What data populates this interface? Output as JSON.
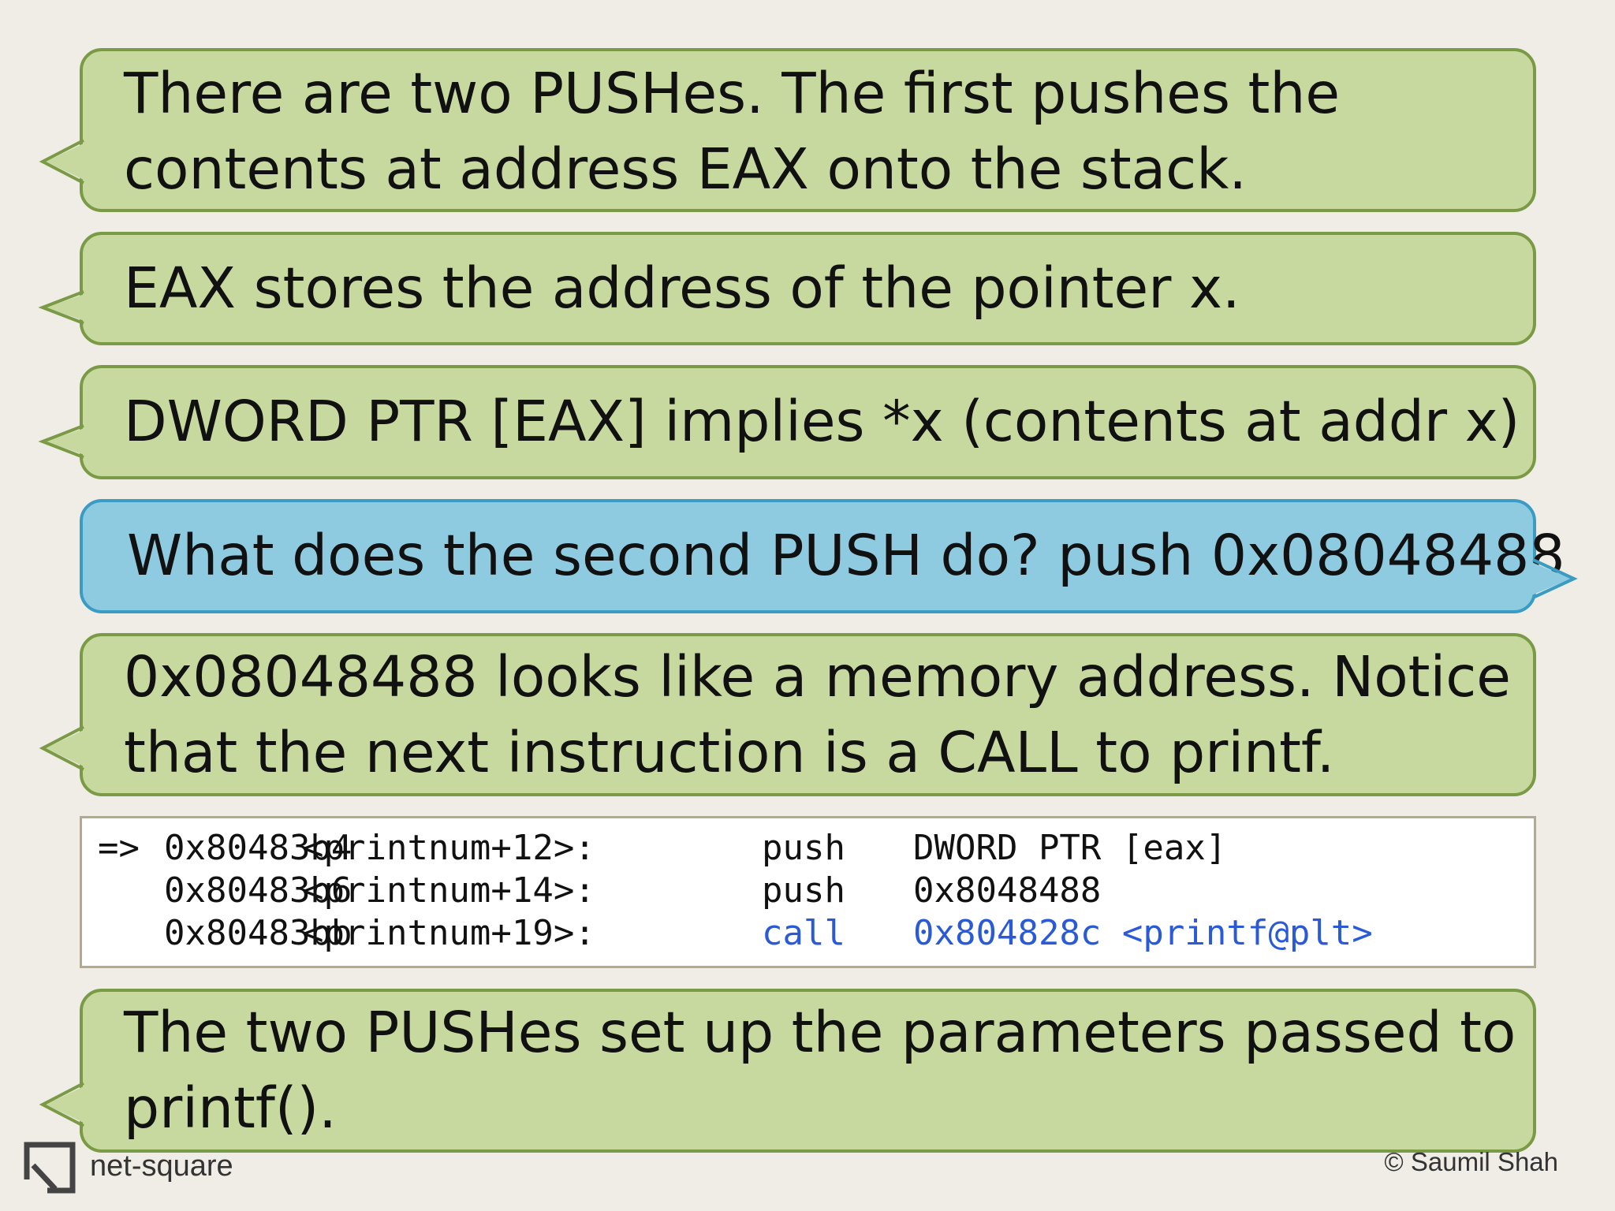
{
  "bubbles": {
    "b1": {
      "lines": [
        "There are two PUSHes. The first pushes the",
        "contents at address EAX onto the stack."
      ]
    },
    "b2": {
      "lines": [
        "EAX stores the address of the pointer x."
      ]
    },
    "b3": {
      "lines": [
        "DWORD PTR [EAX] implies *x (contents at addr x)"
      ]
    },
    "b4": {
      "lines": [
        "What does the second PUSH do? push 0x08048488"
      ]
    },
    "b5": {
      "lines": [
        "0x08048488 looks like a memory address. Notice",
        "that the next instruction is a CALL to printf."
      ]
    },
    "b6": {
      "lines": [
        "The two PUSHes set up the parameters passed to",
        "printf()."
      ]
    }
  },
  "code": {
    "rows": [
      {
        "marker": "=>",
        "address": "0x80483b4",
        "symbol": "<printnum+12>:",
        "op": "push",
        "arg": "DWORD PTR [eax]"
      },
      {
        "marker": "",
        "address": "0x80483b6",
        "symbol": "<printnum+14>:",
        "op": "push",
        "arg": "0x8048488"
      },
      {
        "marker": "",
        "address": "0x80483bb",
        "symbol": "<printnum+19>:",
        "op": "call",
        "arg": "0x804828c <printf@plt>"
      }
    ],
    "highlight_color": "#2a5ad6"
  },
  "footer": {
    "brand": "net-square",
    "credit": "© Saumil Shah"
  },
  "colors": {
    "green_fill": "#c8d9a0",
    "green_border": "#7a9a45",
    "blue_fill": "#8ecbe0",
    "blue_border": "#3a9cc2",
    "background": "#efede6"
  },
  "icons": {
    "logo": "net-square-logo-icon"
  }
}
